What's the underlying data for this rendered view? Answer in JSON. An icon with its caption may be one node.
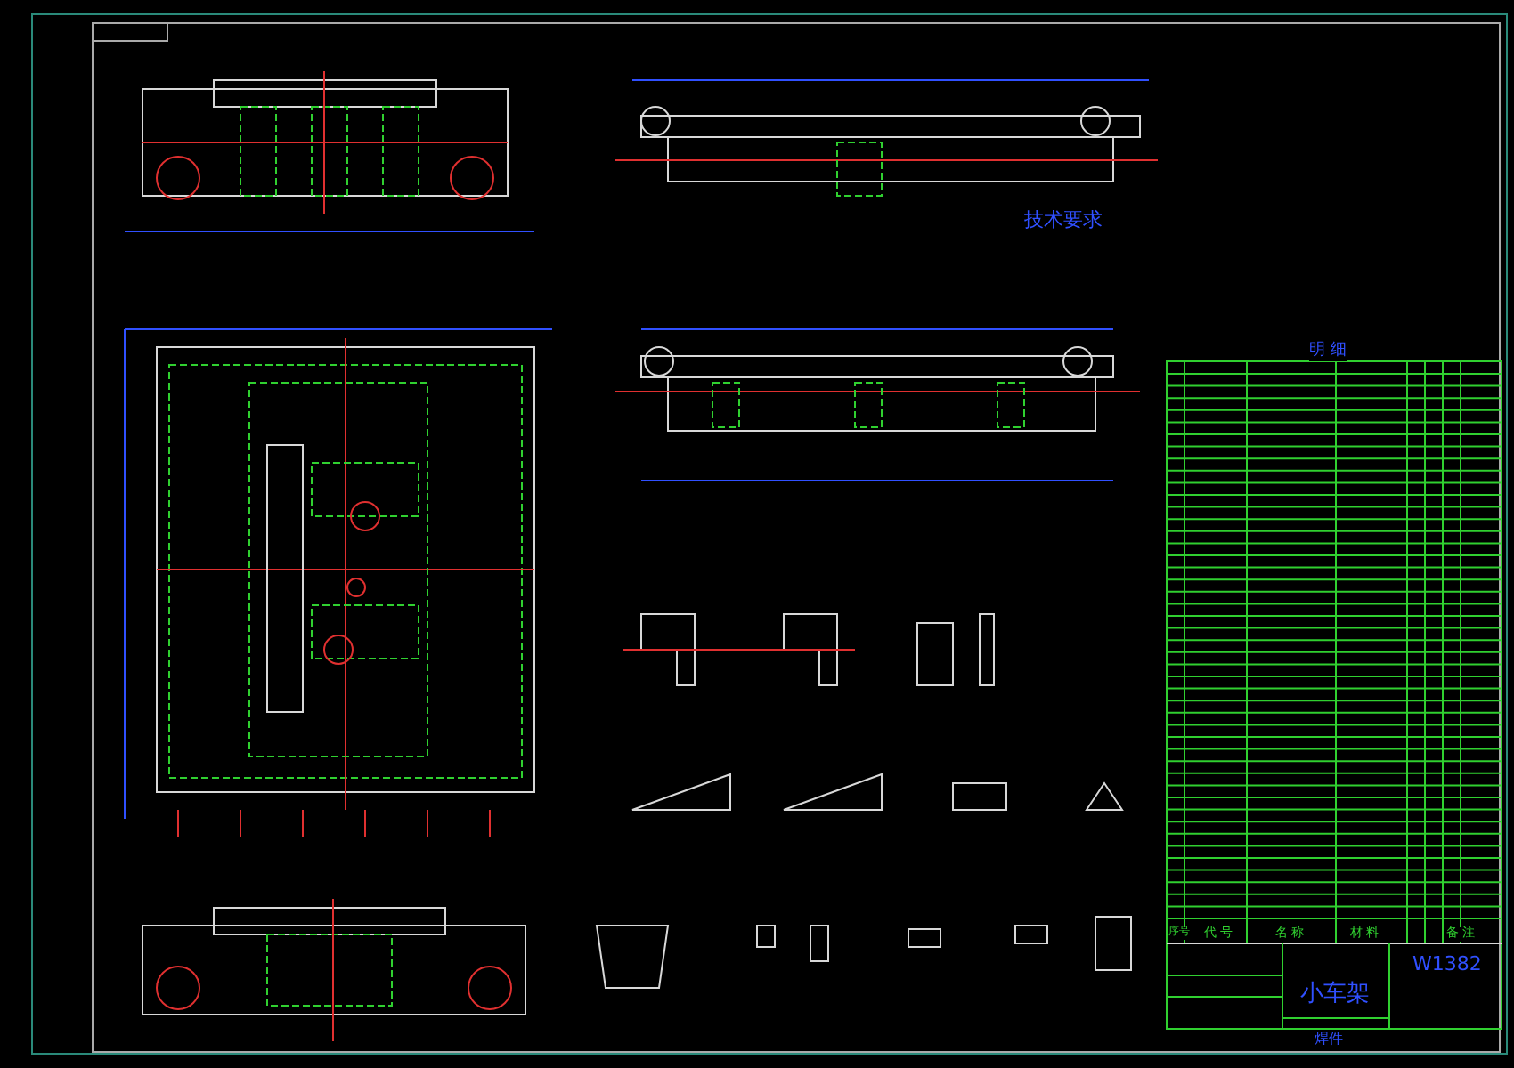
{
  "diagram": {
    "labels": [
      "技术要求",
      "明 细",
      "序号",
      "代 号",
      "名 称",
      "材 料",
      "备 注",
      "W1382",
      "小车架",
      "焊件"
    ]
  }
}
